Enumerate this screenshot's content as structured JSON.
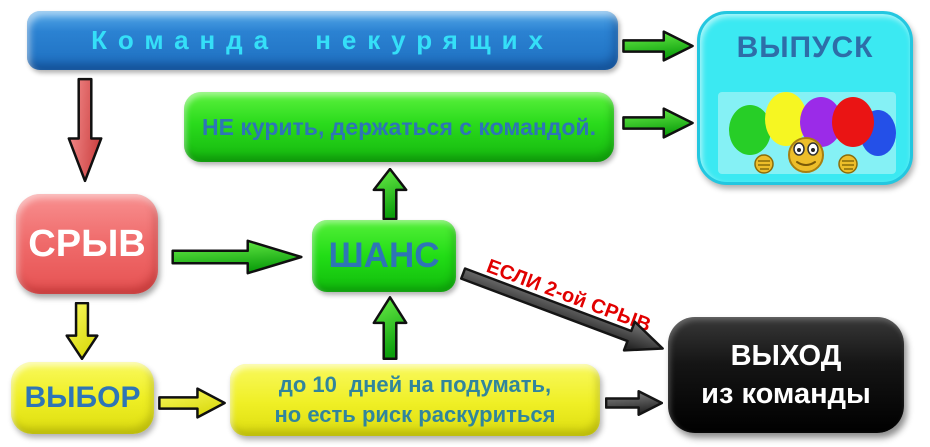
{
  "diagram": {
    "team": "Команда  некурящих",
    "vypusk": "ВЫПУСК",
    "rule": "НЕ курить, держаться с командой.",
    "sryv": "СРЫВ",
    "shans": "ШАНС",
    "if_second_sryv": "ЕСЛИ 2-ой СРЫВ",
    "vyhod_line1": "ВЫХОД",
    "vyhod_line2": "из команды",
    "vybor": "ВЫБОР",
    "think_line1": "до 10  дней на подумать,",
    "think_line2": "но есть риск раскуриться"
  },
  "colors": {
    "team_box": "#2377C8",
    "team_text": "#35DFF8",
    "vypusk_box": "#3BE9F2",
    "vypusk_text": "#2E6DA8",
    "green_box": "#2ADB1C",
    "box_text_blue": "#2E75B6",
    "sryv_box": "#EF6A6A",
    "sryv_text": "#FFFFFF",
    "vyhod_box": "#111111",
    "yellow_box": "#EFEF25",
    "think_text": "#31859C",
    "warning_text": "#E10000",
    "arrow_green": "#1FC312",
    "arrow_red": "#E06868",
    "arrow_yellow": "#EDED1F",
    "arrow_gray": "#4D4D4D"
  },
  "icons": {
    "balloon_colors": [
      "#27CE27",
      "#F6F622",
      "#9B2BE8",
      "#2450E8",
      "#EA1414"
    ],
    "smiley_color": "#EDBE2A"
  }
}
